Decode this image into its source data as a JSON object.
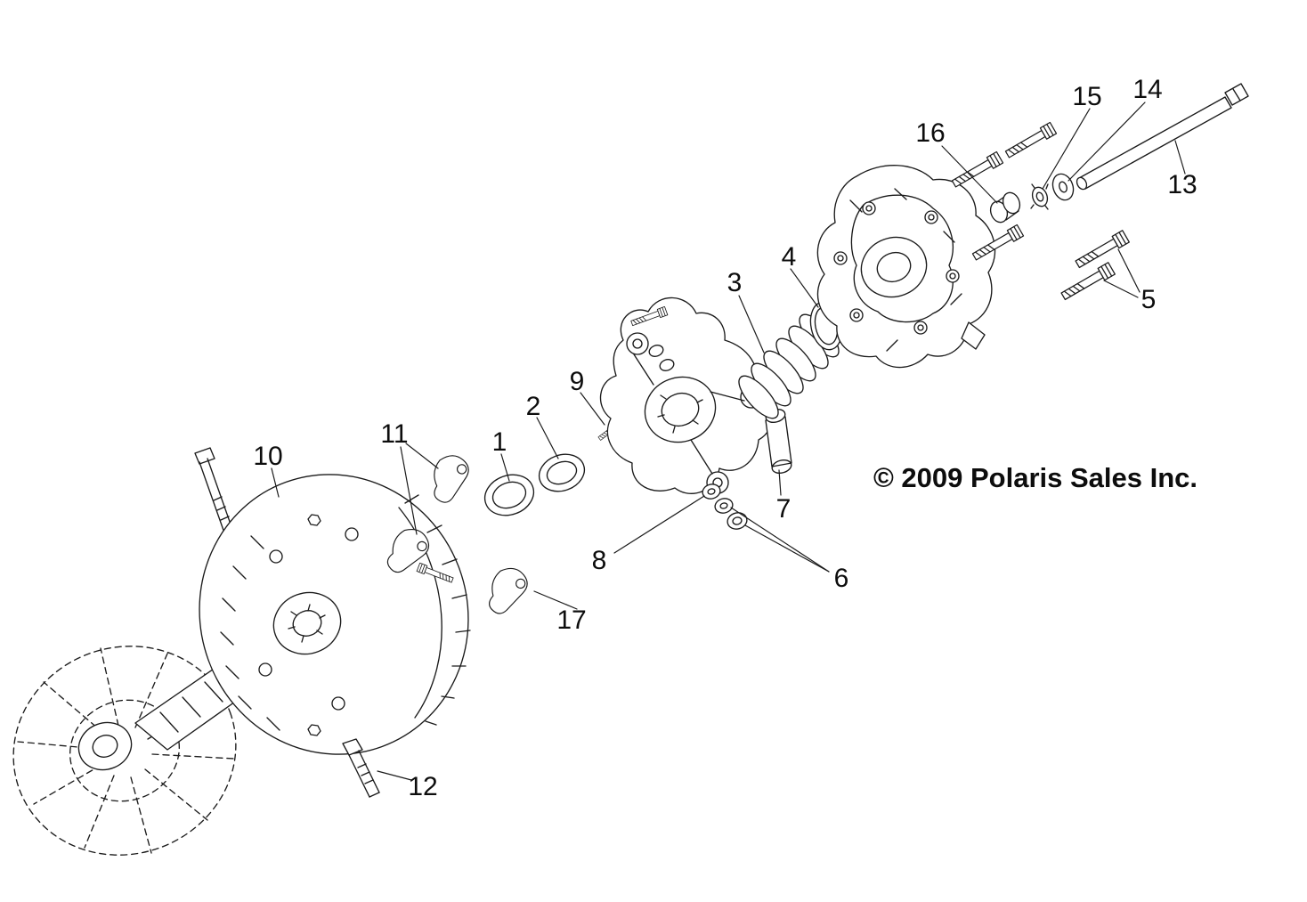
{
  "diagram": {
    "copyright": "© 2009 Polaris Sales Inc.",
    "callouts": {
      "1": "1",
      "2": "2",
      "3": "3",
      "4": "4",
      "5": "5",
      "6": "6",
      "7": "7",
      "8": "8",
      "9": "9",
      "10": "10",
      "11": "11",
      "12": "12",
      "13": "13",
      "14": "14",
      "15": "15",
      "16": "16",
      "17": "17"
    },
    "colors": {
      "line": "#1b1b1b",
      "background": "#ffffff"
    }
  }
}
